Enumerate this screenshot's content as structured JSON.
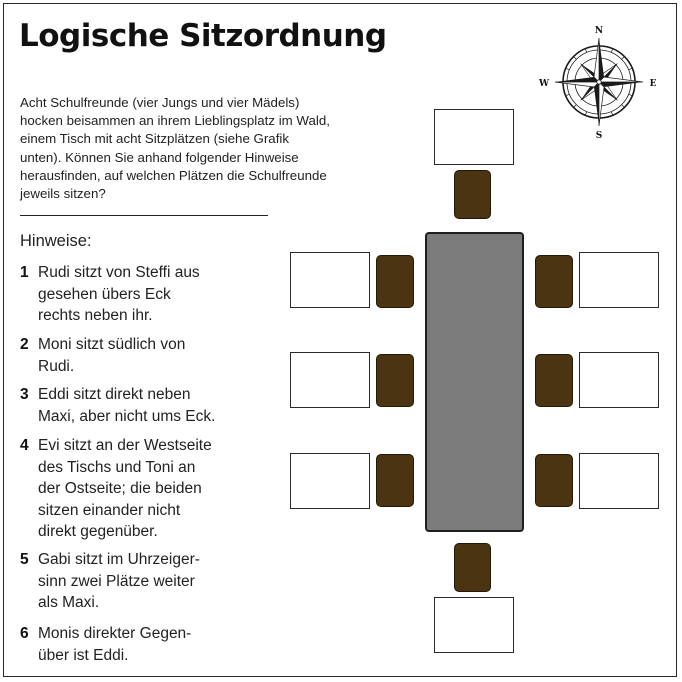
{
  "title": "Logische Sitzordnung",
  "intro": "Acht Schulfreunde (vier Jungs und vier Mädels) hocken beisammen an ihrem Lieblingsplatz im Wald, einem Tisch mit acht Sitzplätzen (siehe Grafik unten). Können Sie anhand folgender Hinweise herausfinden, auf welchen Plätzen die Schulfreunde jeweils sitzen?",
  "hints_heading": "Hinweise:",
  "hints": [
    {
      "num": "1",
      "lines": [
        "Rudi sitzt von Steffi aus",
        "gesehen übers Eck",
        "rechts neben ihr."
      ]
    },
    {
      "num": "2",
      "lines": [
        "Moni sitzt südlich von",
        "Rudi."
      ]
    },
    {
      "num": "3",
      "lines": [
        "Eddi sitzt direkt neben",
        "Maxi, aber nicht ums Eck."
      ]
    },
    {
      "num": "4",
      "lines": [
        "Evi sitzt an der Westseite",
        "des Tischs und Toni an",
        "der Ostseite; die beiden",
        "sitzen einander nicht",
        "direkt gegenüber."
      ]
    },
    {
      "num": "5",
      "lines": [
        "Gabi sitzt im Uhrzeiger-",
        "sinn zwei Plätze weiter",
        "als Maxi."
      ]
    },
    {
      "num": "6",
      "lines": [
        "Monis direkter Gegen-",
        "über ist Eddi."
      ]
    }
  ],
  "compass": {
    "north": "N",
    "east": "E",
    "south": "S",
    "west": "W"
  },
  "colors": {
    "table": "#7b7b7b",
    "chair": "#4a3411",
    "seat_box": "#ffffff",
    "text": "#222222"
  }
}
